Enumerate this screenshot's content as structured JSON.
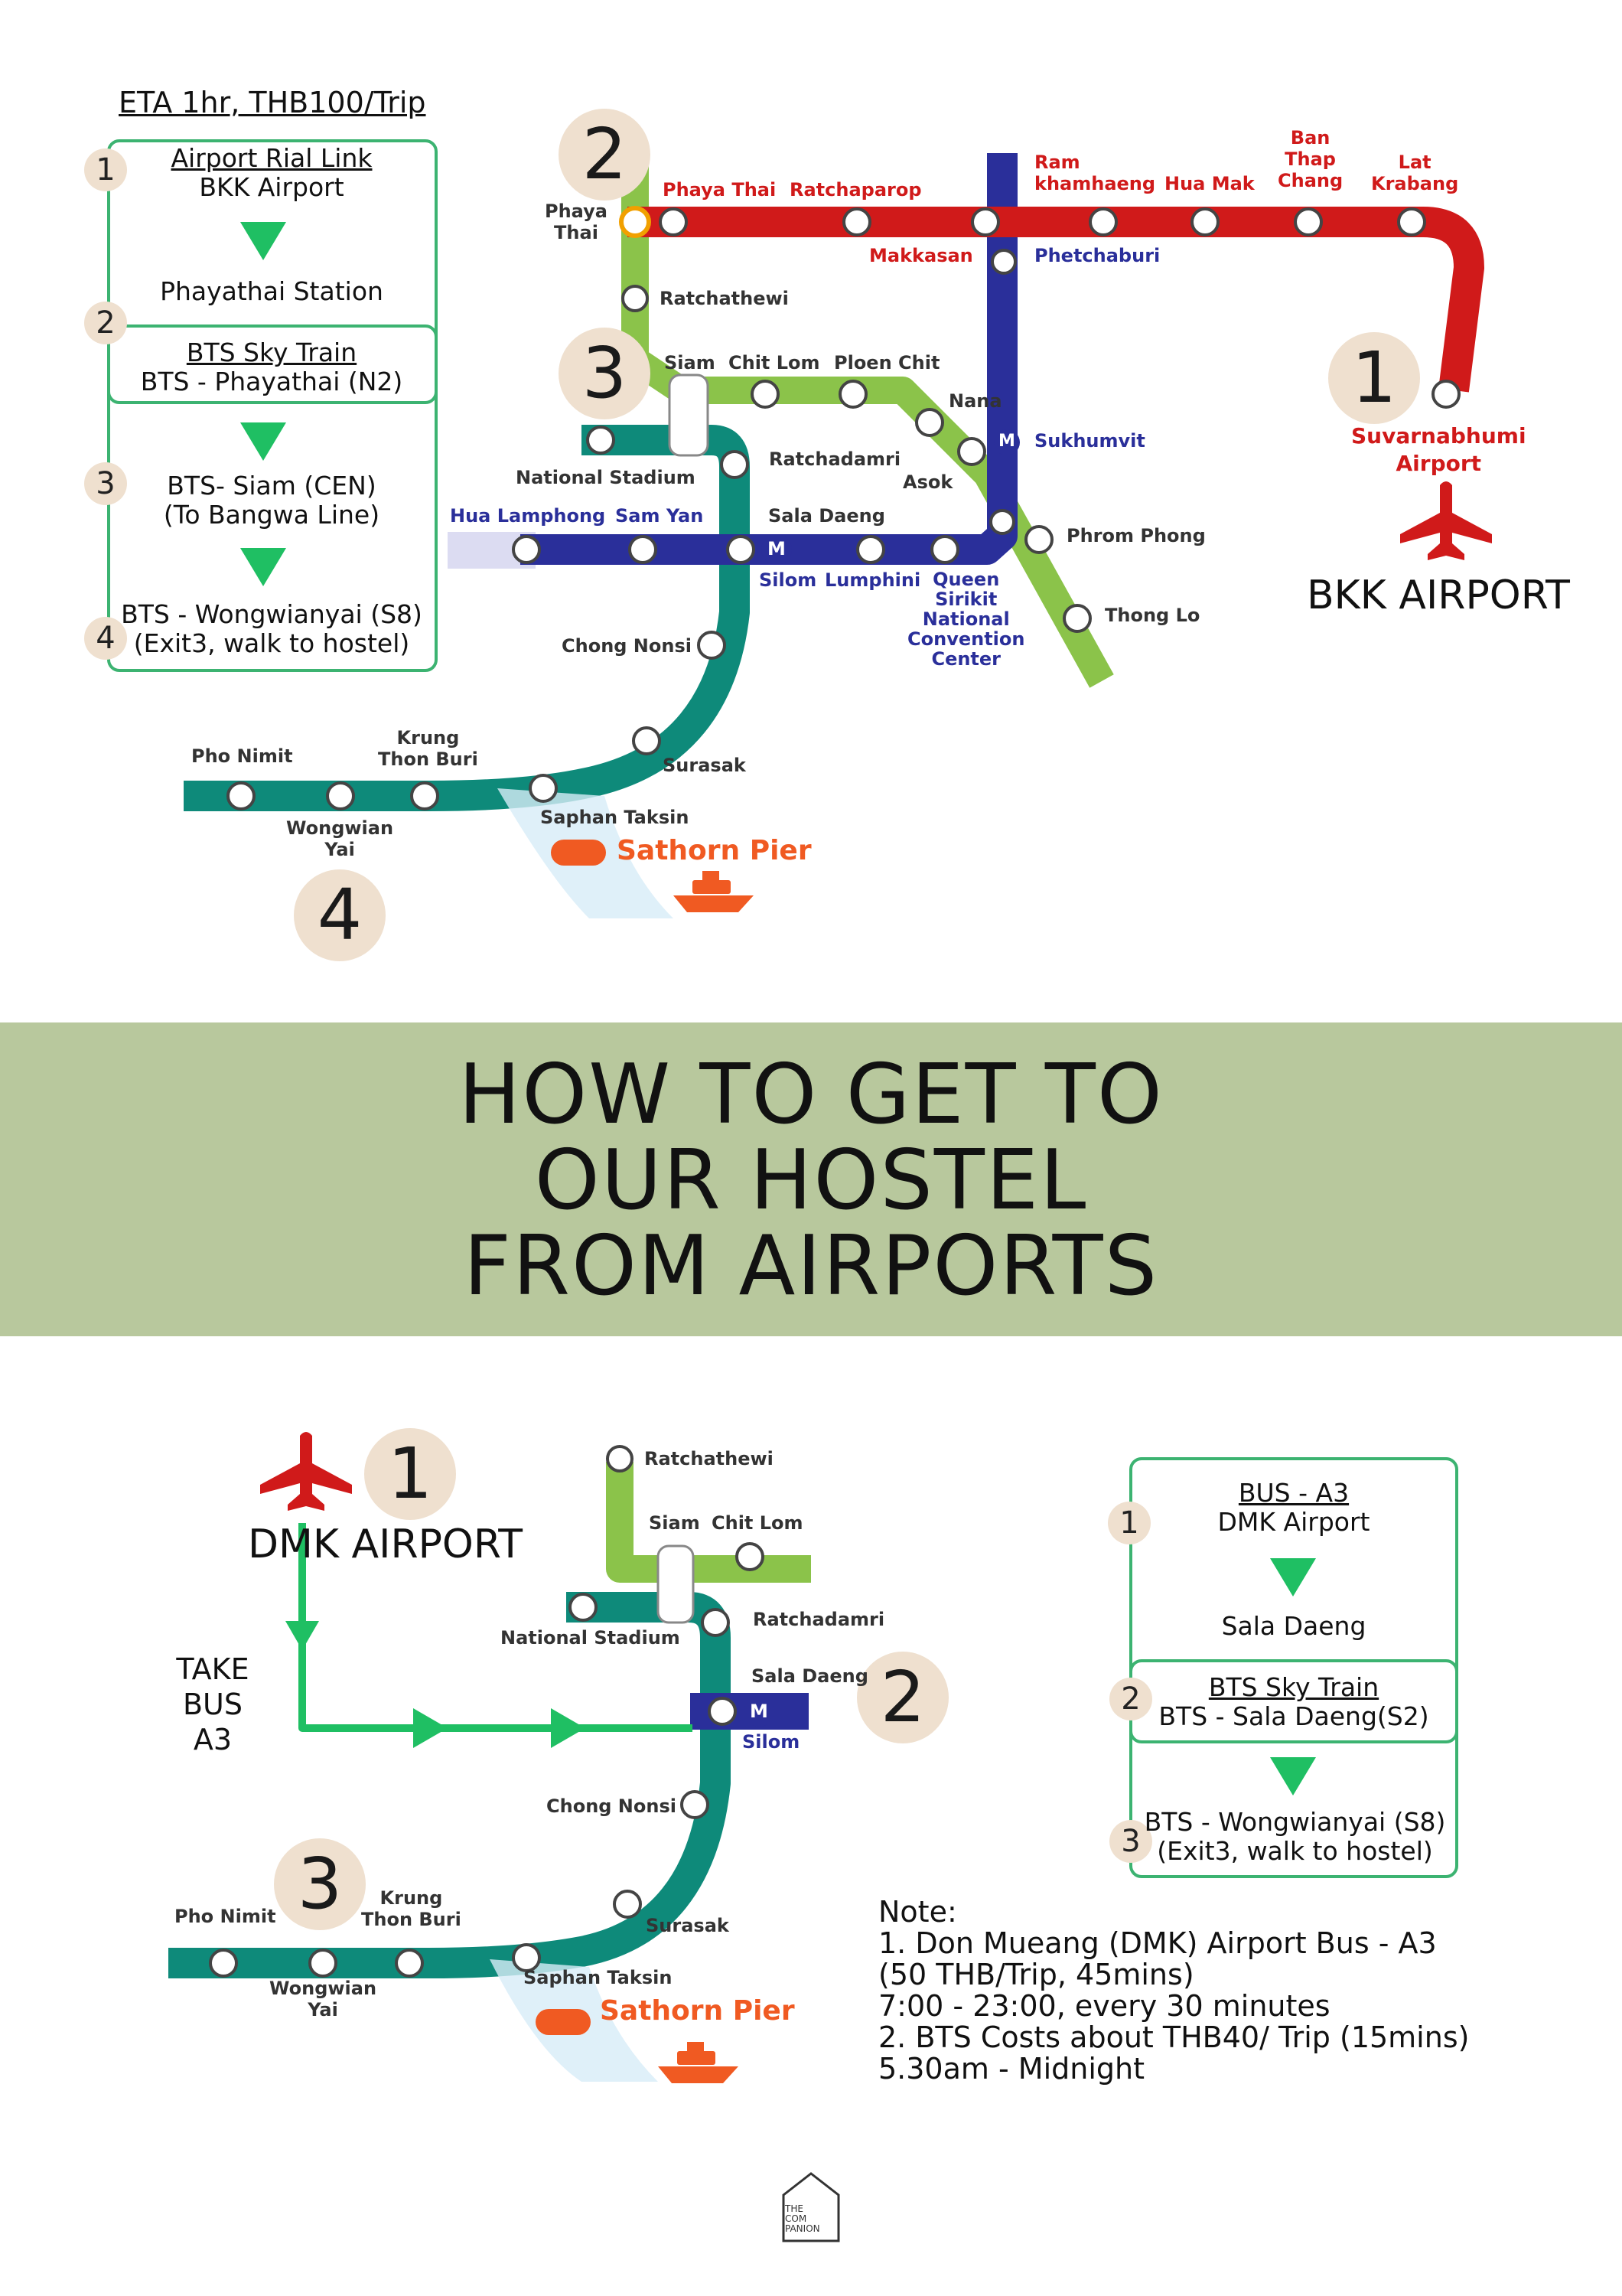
{
  "top": {
    "eta": "ETA 1hr, THB100/Trip",
    "steps": [
      {
        "num": "1",
        "title": "Airport Rial Link",
        "line2": "BKK Airport"
      },
      {
        "label": "Phayathai Station"
      },
      {
        "num": "2",
        "title": "BTS Sky Train",
        "line2": "BTS - Phayathai (N2)"
      },
      {
        "num": "3",
        "line1": "BTS- Siam (CEN)",
        "line2": "(To Bangwa Line)"
      },
      {
        "num": "4",
        "line1": "BTS - Wongwianyai (S8)",
        "line2": "(Exit3, walk to hostel)"
      }
    ],
    "map_numbers": [
      "2",
      "3",
      "1",
      "4"
    ],
    "stations": {
      "phaya_thai_1": "Phaya",
      "phaya_thai_2": "Thai",
      "phaya_thai_red": "Phaya Thai",
      "ratchaprarop": "Ratchaparop",
      "ram1": "Ram",
      "ram2": "khamhaeng",
      "hua_mak": "Hua Mak",
      "ban1": "Ban",
      "ban2": "Thap",
      "ban3": "Chang",
      "lat1": "Lat",
      "lat2": "Krabang",
      "makkasan": "Makkasan",
      "phetchaburi": "Phetchaburi",
      "ratchathewi": "Ratchathewi",
      "siam": "Siam",
      "chit_lom": "Chit Lom",
      "ploen_chit": "Ploen Chit",
      "nana": "Nana",
      "sukhumvit": "Sukhumvit",
      "asok": "Asok",
      "national_stadium": "National Stadium",
      "ratchadamri": "Ratchadamri",
      "hua_lamphong": "Hua Lamphong",
      "sam_yan": "Sam Yan",
      "sala_daeng": "Sala Daeng",
      "silom": "Silom",
      "lumphini": "Lumphini",
      "qs1": "Queen",
      "qs2": "Sirikit",
      "qs3": "National",
      "qs4": "Convention",
      "qs5": "Center",
      "phrom_phong": "Phrom Phong",
      "thong_lo": "Thong Lo",
      "chong_nonsi": "Chong Nonsi",
      "surasak": "Surasak",
      "saphan_taksin": "Saphan Taksin",
      "pho_nimit": "Pho Nimit",
      "krung1": "Krung",
      "krung2": "Thon Buri",
      "wong1": "Wongwian",
      "wong2": "Yai",
      "sathorn_pier": "Sathorn Pier",
      "suvarnabhumi1": "Suvarnabhumi",
      "suvarnabhumi2": "Airport",
      "m": "M"
    },
    "airport": "BKK AIRPORT"
  },
  "banner": {
    "line1": "HOW TO GET TO",
    "line2": "OUR HOSTEL",
    "line3": "FROM AIRPORTS"
  },
  "bottom": {
    "airport": "DMK AIRPORT",
    "take_bus1": "TAKE BUS",
    "take_bus2": "A3",
    "map_numbers": [
      "1",
      "2",
      "3"
    ],
    "steps": [
      {
        "num": "1",
        "title": "BUS - A3",
        "line2": "DMK Airport"
      },
      {
        "label": "Sala Daeng"
      },
      {
        "num": "2",
        "title": "BTS Sky Train",
        "line2": "BTS - Sala Daeng(S2)"
      },
      {
        "num": "3",
        "line1": "BTS - Wongwianyai (S8)",
        "line2": "(Exit3, walk to hostel)"
      }
    ],
    "note": "Note:\n1. Don Mueang (DMK) Airport Bus - A3\n(50 THB/Trip, 45mins)\n7:00 - 23:00, every 30 minutes\n2. BTS Costs about THB40/ Trip (15mins)\n5.30am - Midnight",
    "logo1": "THE",
    "logo2": "COM",
    "logo3": "PANION"
  },
  "colors": {
    "green_box": "#3cb371",
    "arrow_green": "#1fbf63",
    "red_line": "#d01a1a",
    "blue_line": "#2a2f9a",
    "light_green_line": "#8bc34a",
    "teal_line": "#0e8a7a",
    "banner": "#b8c89d",
    "badge": "#efe0cf",
    "pier_orange": "#f05a22"
  },
  "icons": [
    "airplane-icon",
    "boat-icon",
    "house-logo-icon",
    "metro-m-icon"
  ]
}
